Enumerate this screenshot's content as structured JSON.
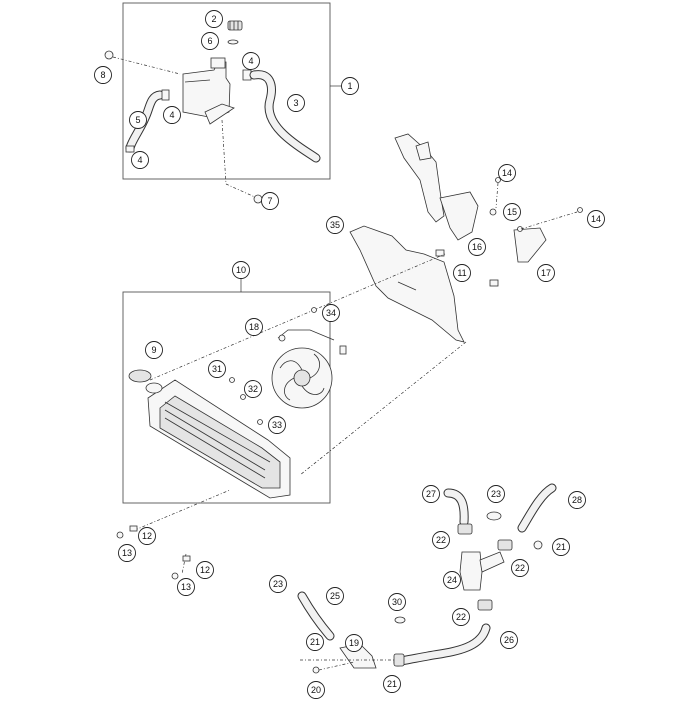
{
  "callouts": [
    {
      "id": "c2",
      "label": "2"
    },
    {
      "id": "c6",
      "label": "6"
    },
    {
      "id": "c4a",
      "label": "4"
    },
    {
      "id": "c8",
      "label": "8"
    },
    {
      "id": "c1",
      "label": "1"
    },
    {
      "id": "c3",
      "label": "3"
    },
    {
      "id": "c5",
      "label": "5"
    },
    {
      "id": "c4b",
      "label": "4"
    },
    {
      "id": "c4c",
      "label": "4"
    },
    {
      "id": "c7",
      "label": "7"
    },
    {
      "id": "c14a",
      "label": "14"
    },
    {
      "id": "c15",
      "label": "15"
    },
    {
      "id": "c14b",
      "label": "14"
    },
    {
      "id": "c35",
      "label": "35"
    },
    {
      "id": "c16",
      "label": "16"
    },
    {
      "id": "c11",
      "label": "11"
    },
    {
      "id": "c17",
      "label": "17"
    },
    {
      "id": "c10",
      "label": "10"
    },
    {
      "id": "c34",
      "label": "34"
    },
    {
      "id": "c18",
      "label": "18"
    },
    {
      "id": "c9",
      "label": "9"
    },
    {
      "id": "c31",
      "label": "31"
    },
    {
      "id": "c32",
      "label": "32"
    },
    {
      "id": "c33",
      "label": "33"
    },
    {
      "id": "c12a",
      "label": "12"
    },
    {
      "id": "c13a",
      "label": "13"
    },
    {
      "id": "c12b",
      "label": "12"
    },
    {
      "id": "c13b",
      "label": "13"
    },
    {
      "id": "c27",
      "label": "27"
    },
    {
      "id": "c23a",
      "label": "23"
    },
    {
      "id": "c28",
      "label": "28"
    },
    {
      "id": "c22a",
      "label": "22"
    },
    {
      "id": "c21a",
      "label": "21"
    },
    {
      "id": "c24",
      "label": "24"
    },
    {
      "id": "c22b",
      "label": "22"
    },
    {
      "id": "c23b",
      "label": "23"
    },
    {
      "id": "c25",
      "label": "25"
    },
    {
      "id": "c30",
      "label": "30"
    },
    {
      "id": "c22c",
      "label": "22"
    },
    {
      "id": "c21b",
      "label": "21"
    },
    {
      "id": "c19",
      "label": "19"
    },
    {
      "id": "c26",
      "label": "26"
    },
    {
      "id": "c20",
      "label": "20"
    },
    {
      "id": "c21c",
      "label": "21"
    }
  ]
}
